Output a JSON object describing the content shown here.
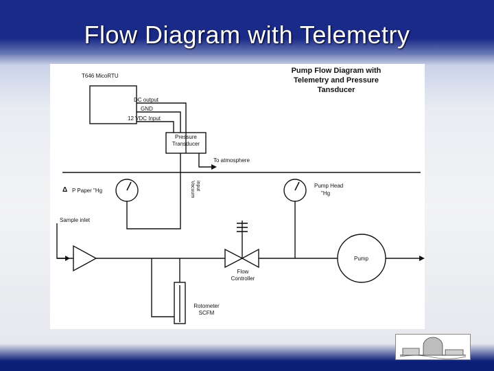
{
  "slide": {
    "title": "Flow Diagram with Telemetry"
  },
  "diagram": {
    "heading_lines": [
      "Pump Flow Diagram with",
      "Telemetry and Pressure",
      "Tansducer"
    ],
    "rtu_label": "T646 MicoRTU",
    "dc_output": "DC output",
    "gnd": "GND",
    "vdc_input": "12 VDC Input",
    "pressure_transducer_lines": [
      "Pressure",
      "Transducer"
    ],
    "to_atmosphere": "To atmosphere",
    "vacuum_input_lines": [
      "Vacuum",
      "input"
    ],
    "delta_symbol": "Δ",
    "p_paper": "P Paper \"Hg",
    "pump_head_lines": [
      "Pump Head",
      "\"Hg"
    ],
    "sample_inlet": "Sample inlet",
    "pump": "Pump",
    "flow_controller_lines": [
      "Flow",
      "Controller"
    ],
    "rotameter_lines": [
      "Rotometer",
      "SCFM"
    ]
  },
  "logo": {
    "icon": "observatory-dome-logo-icon"
  }
}
